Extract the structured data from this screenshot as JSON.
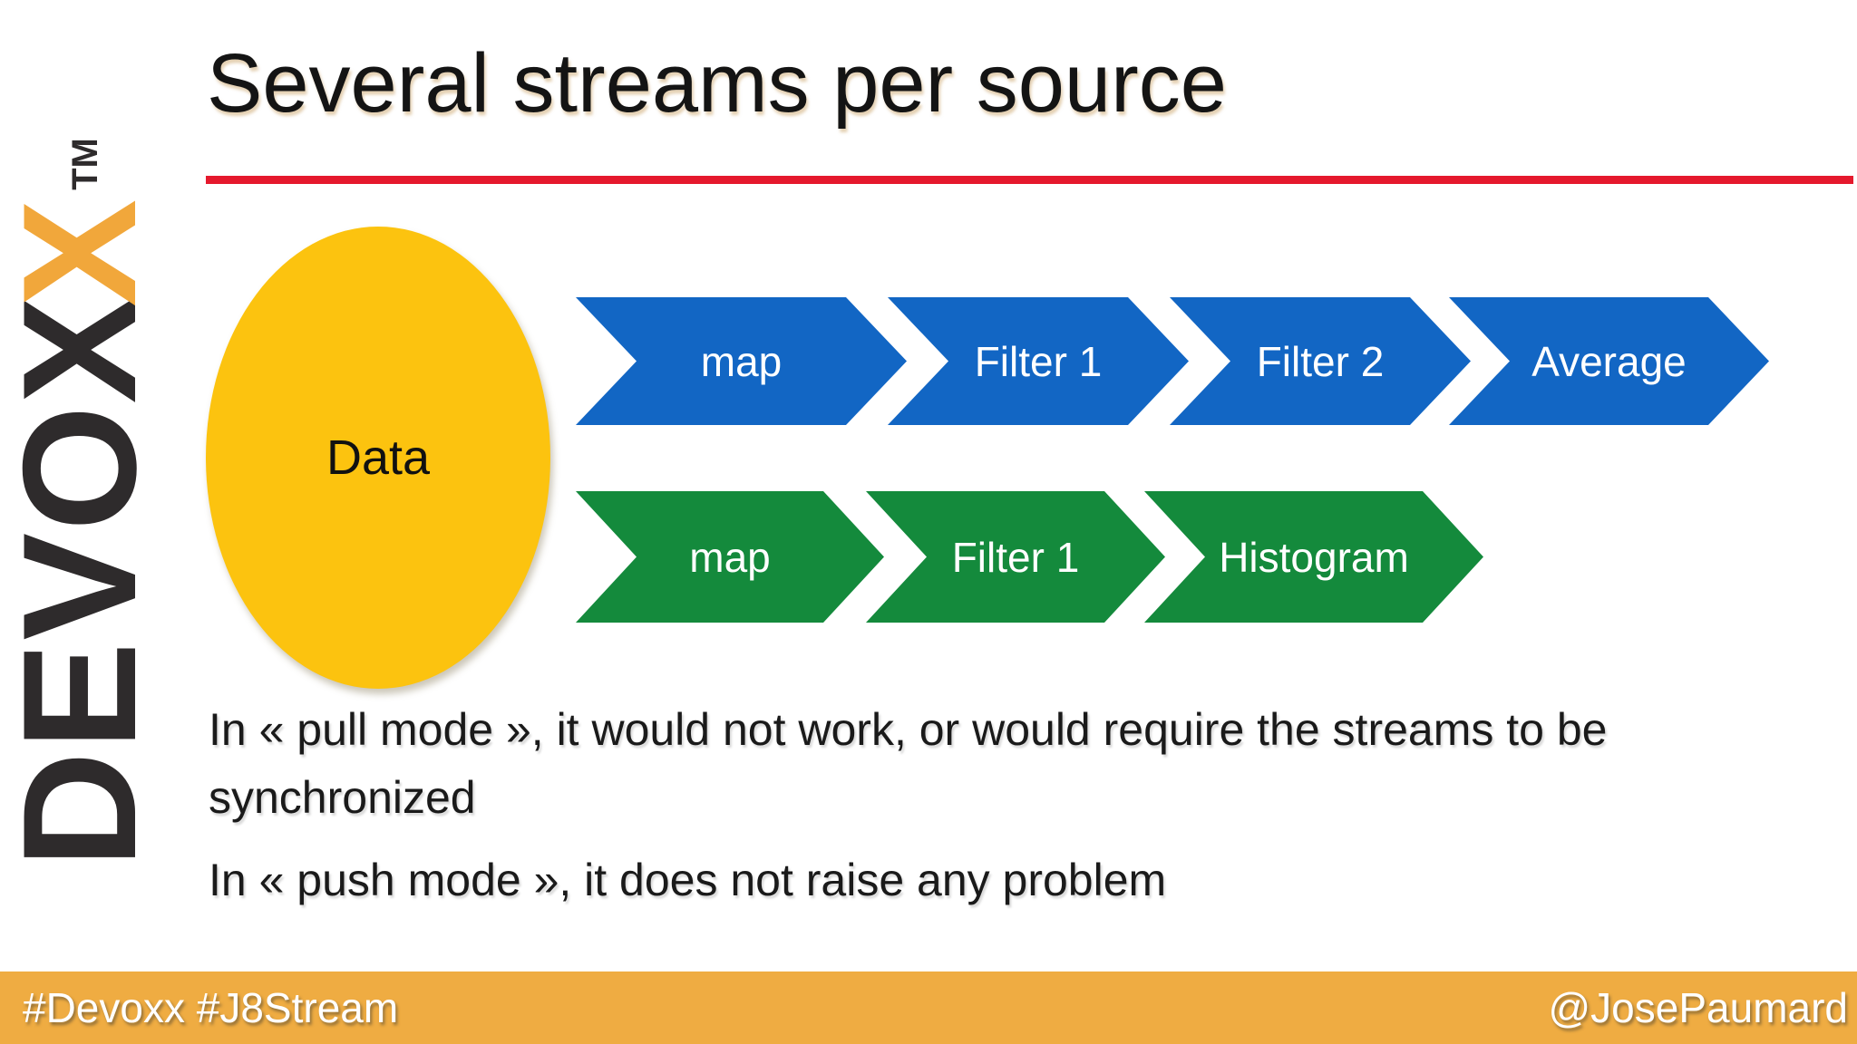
{
  "title": "Several streams per source",
  "logo": {
    "text_main": "DEVOX",
    "text_accent": "X",
    "trademark": "TM"
  },
  "source": {
    "label": "Data"
  },
  "pipelines": [
    {
      "name": "blue-pipeline",
      "color": "#1266c4",
      "steps": [
        "map",
        "Filter 1",
        "Filter 2",
        "Average"
      ]
    },
    {
      "name": "green-pipeline",
      "color": "#148a3c",
      "steps": [
        "map",
        "Filter 1",
        "Histogram"
      ]
    }
  ],
  "notes": [
    "In « pull mode », it would not work, or would require the streams to be synchronized",
    "In « push mode », it does not raise any problem"
  ],
  "footer": {
    "left": "#Devoxx #J8Stream",
    "right": "@JosePaumard"
  },
  "colors": {
    "title_rule_red": "#e5192d",
    "ellipse_yellow": "#fcc30f",
    "footer_orange": "#efac42",
    "logo_dark": "#2e2b2c",
    "logo_orange": "#f1a73b",
    "chevron_blue": "#1266c4",
    "chevron_green": "#148a3c"
  }
}
